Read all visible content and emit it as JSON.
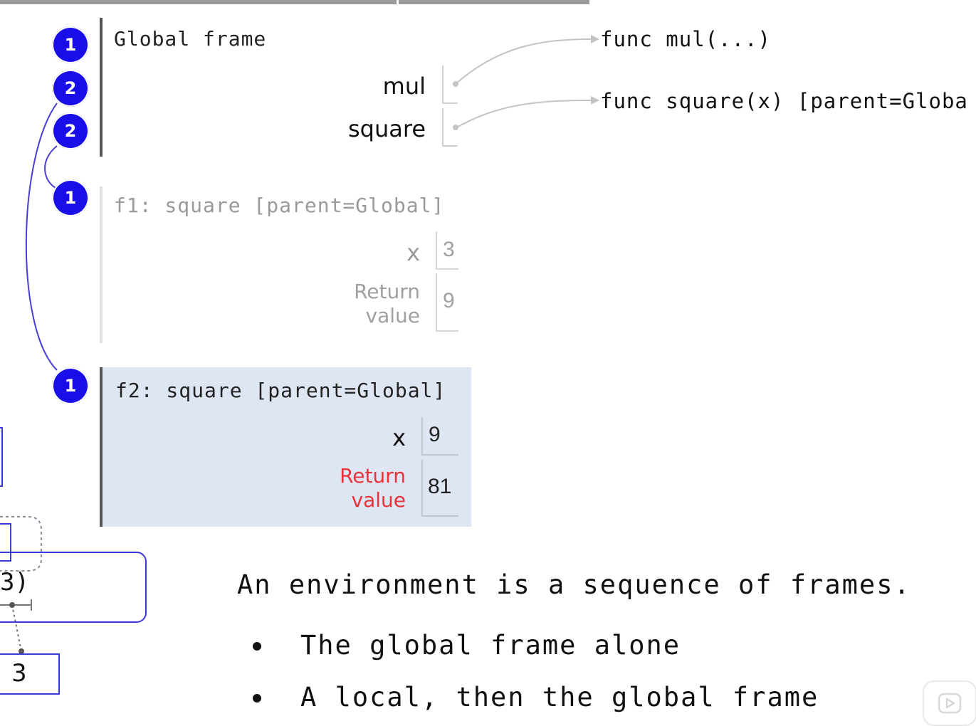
{
  "global_frame": {
    "title": "Global frame",
    "vars": [
      {
        "name": "mul"
      },
      {
        "name": "square"
      }
    ]
  },
  "objects": {
    "mul": "func mul(...)",
    "square": "func square(x) [parent=Globa"
  },
  "f1": {
    "title": "f1: square [parent=Global]",
    "x_label": "x",
    "x_value": "3",
    "return_label_1": "Return",
    "return_label_2": "value",
    "return_value": "9"
  },
  "f2": {
    "title": "f2: square [parent=Global]",
    "x_label": "x",
    "x_value": "9",
    "return_label_1": "Return",
    "return_label_2": "value",
    "return_value": "81"
  },
  "badges": [
    "1",
    "2",
    "2",
    "1",
    "1"
  ],
  "left_fragments": {
    "expr_tail": "3)",
    "box_value": "3"
  },
  "statement": "An environment is a sequence of frames.",
  "bullets": [
    "The global frame alone",
    "A local, then the global frame"
  ],
  "colors": {
    "badge": "#1a0ee8",
    "return_label": "#e8333a",
    "f2_background": "#dde6f2"
  },
  "icons": {
    "play_button": "play-icon"
  }
}
